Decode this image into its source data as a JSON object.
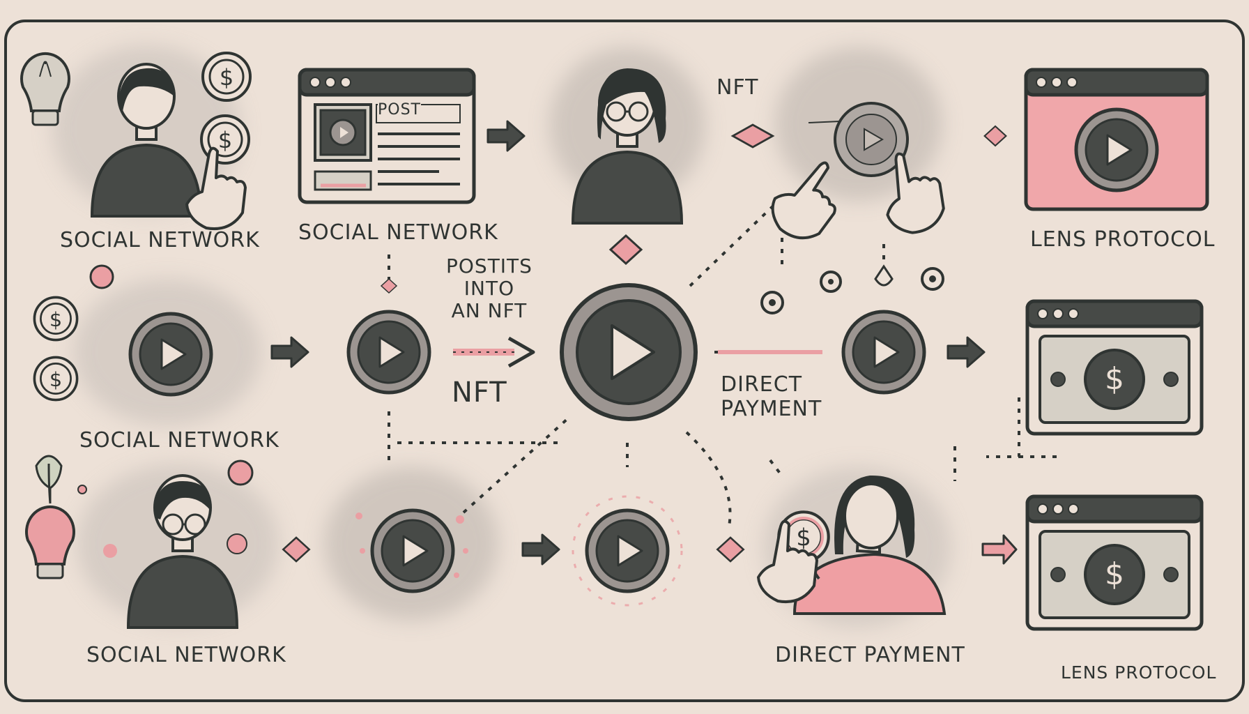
{
  "diagram": {
    "labels": {
      "social_network_1": "SOCIAL NETWORK",
      "social_network_2": "SOCIAL NETWORK",
      "social_network_3": "SOCIAL NETWORK",
      "social_network_4": "SOCIAL NETWORK",
      "post_tag": "POST",
      "nft_top": "NFT",
      "nft_middle": "NFT",
      "posts_into_nft": "POSTITS\nINTO\nAN NFT",
      "direct_payment_middle": "DIRECT\nPAYMENT",
      "direct_payment_bottom": "DIRECT PAYMENT",
      "lens_protocol_top": "LENS PROTOCOL",
      "lens_protocol_bottom": "LENS PROTOCOL"
    },
    "colors": {
      "background": "#ede1d7",
      "ink": "#2f3432",
      "dark_gray": "#474a47",
      "accent_pink": "#ea9fa3",
      "blob_gray": "#cfc6bf"
    },
    "icons": [
      "lightbulb-icon",
      "coin-dollar-icon",
      "person-icon",
      "browser-window-icon",
      "play-button-icon",
      "arrow-right-icon",
      "hand-pointer-icon",
      "diamond-icon",
      "money-bill-icon"
    ]
  }
}
